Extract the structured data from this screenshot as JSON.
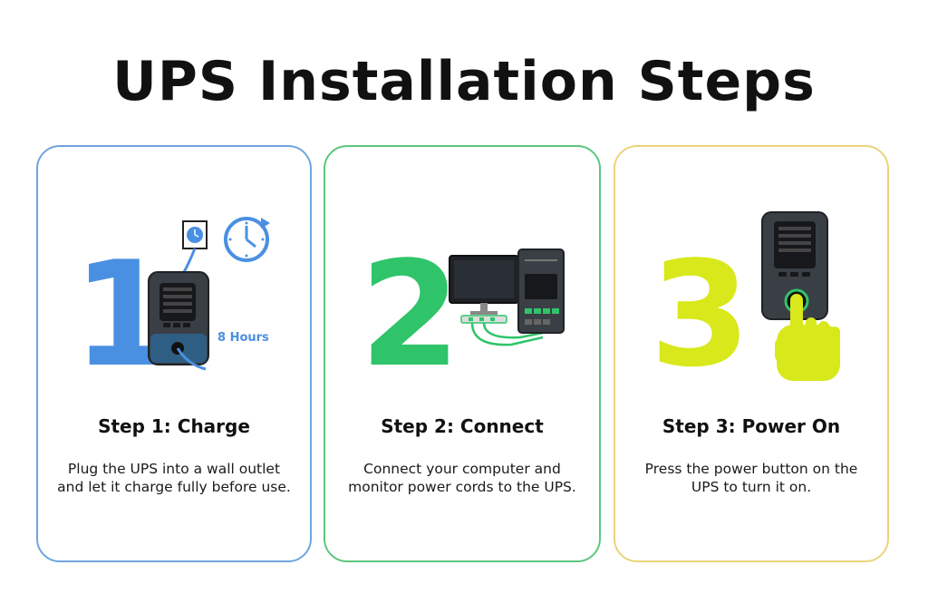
{
  "title": "UPS Installation Steps",
  "steps": [
    {
      "number": "1",
      "title": "Step 1: Charge",
      "description": "Plug the UPS into a wall outlet and let it charge fully before use.",
      "charge_time": "8 Hours",
      "accent": "#4a90e2"
    },
    {
      "number": "2",
      "title": "Step 2: Connect",
      "description": "Connect your computer and monitor power cords to the UPS.",
      "accent": "#2fc46a"
    },
    {
      "number": "3",
      "title": "Step 3: Power On",
      "description": "Press the power button on the UPS to turn it on.",
      "accent": "#d8e81a"
    }
  ]
}
